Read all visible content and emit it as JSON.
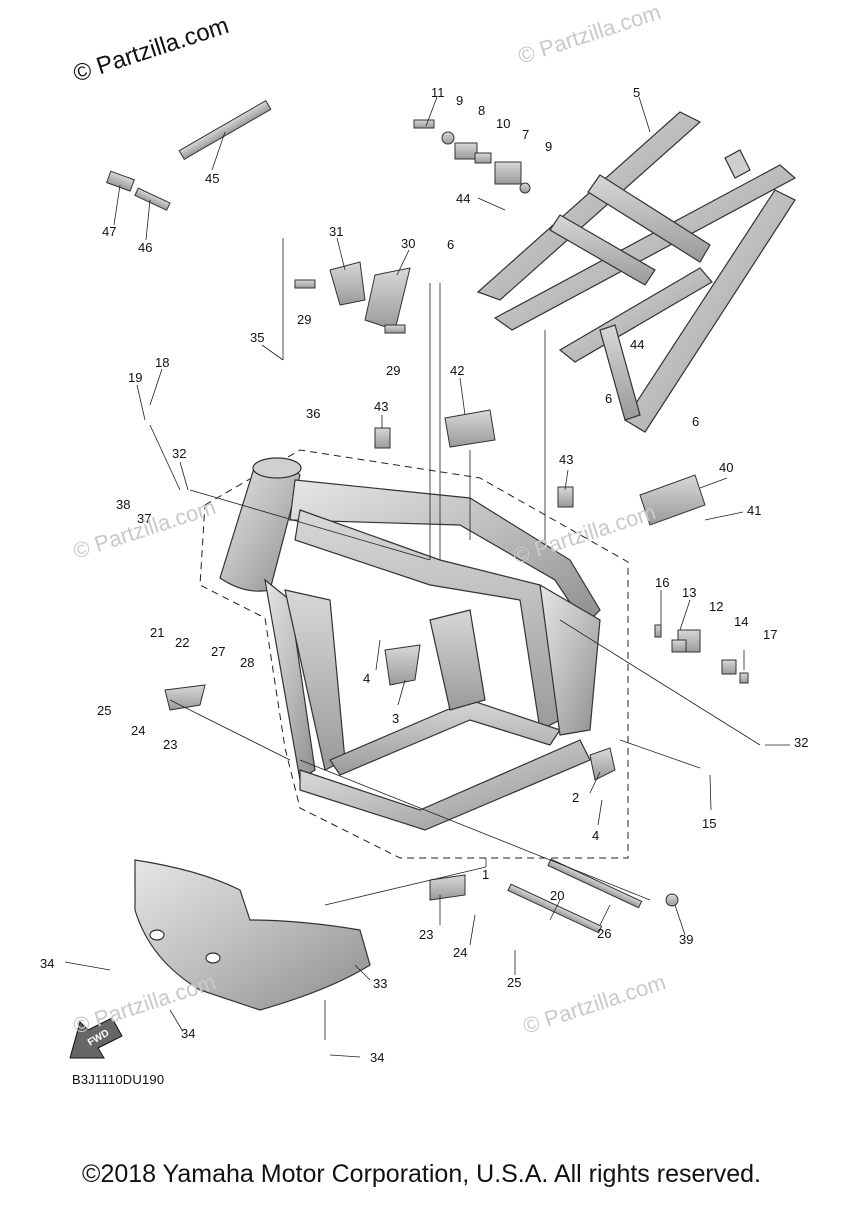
{
  "watermarks": {
    "main": "© Partzilla.com",
    "faint": [
      "© Partzilla.com",
      "© Partzilla.com",
      "© Partzilla.com",
      "© Partzilla.com",
      "© Partzilla.com"
    ]
  },
  "diagram_code": "B3J1110DU190",
  "copyright": "©2018 Yamaha Motor Corporation, U.S.A. All rights reserved.",
  "fwd_label": "FWD",
  "callouts": [
    "11",
    "9",
    "8",
    "10",
    "7",
    "9",
    "5",
    "45",
    "47",
    "46",
    "44",
    "31",
    "30",
    "6",
    "29",
    "29",
    "44",
    "35",
    "18",
    "19",
    "36",
    "42",
    "43",
    "6",
    "6",
    "32",
    "38",
    "37",
    "43",
    "40",
    "41",
    "16",
    "13",
    "12",
    "14",
    "17",
    "21",
    "22",
    "27",
    "28",
    "25",
    "24",
    "23",
    "4",
    "3",
    "32",
    "2",
    "4",
    "15",
    "1",
    "20",
    "23",
    "24",
    "26",
    "39",
    "25",
    "34",
    "33",
    "34",
    "34"
  ]
}
